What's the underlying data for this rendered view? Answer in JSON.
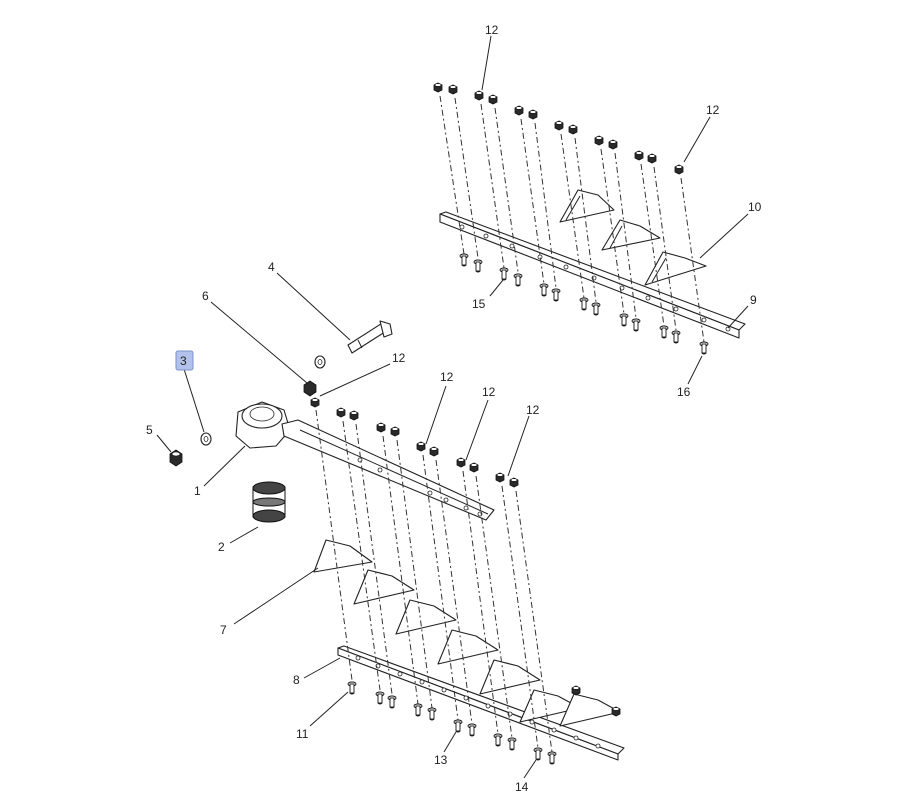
{
  "diagram": {
    "callouts": {
      "c1": "1",
      "c2": "2",
      "c3": "3",
      "c4": "4",
      "c5": "5",
      "c6": "6",
      "c7": "7",
      "c8": "8",
      "c9": "9",
      "c10": "10",
      "c11": "11",
      "c12_top": "12",
      "c12_right": "12",
      "c12_mid": "12",
      "c12_a": "12",
      "c12_b": "12",
      "c12_c": "12",
      "c13": "13",
      "c14": "14",
      "c15": "15",
      "c16": "16"
    },
    "selected_callout": "3",
    "highlight_color": "#b3c2ea"
  }
}
